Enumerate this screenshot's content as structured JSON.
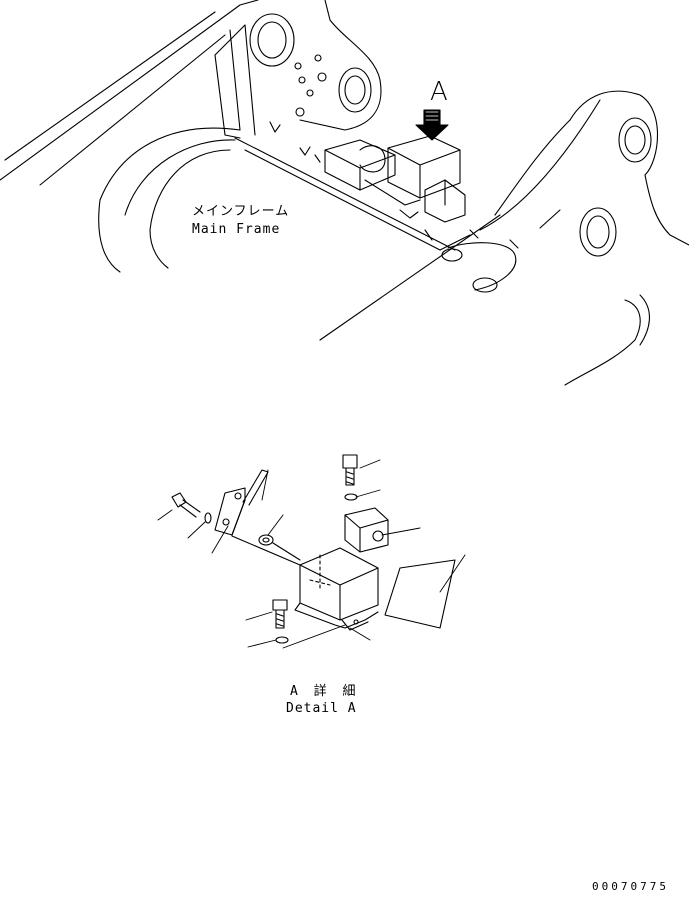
{
  "overview": {
    "frame_label_jp": "メインフレーム",
    "frame_label_en": "Main Frame",
    "view_arrow_label": "A"
  },
  "detail": {
    "title_jp": "A 詳 細",
    "title_en": "Detail A"
  },
  "drawing_code": "00070775",
  "colors": {
    "line": "#000000",
    "background": "#ffffff"
  }
}
